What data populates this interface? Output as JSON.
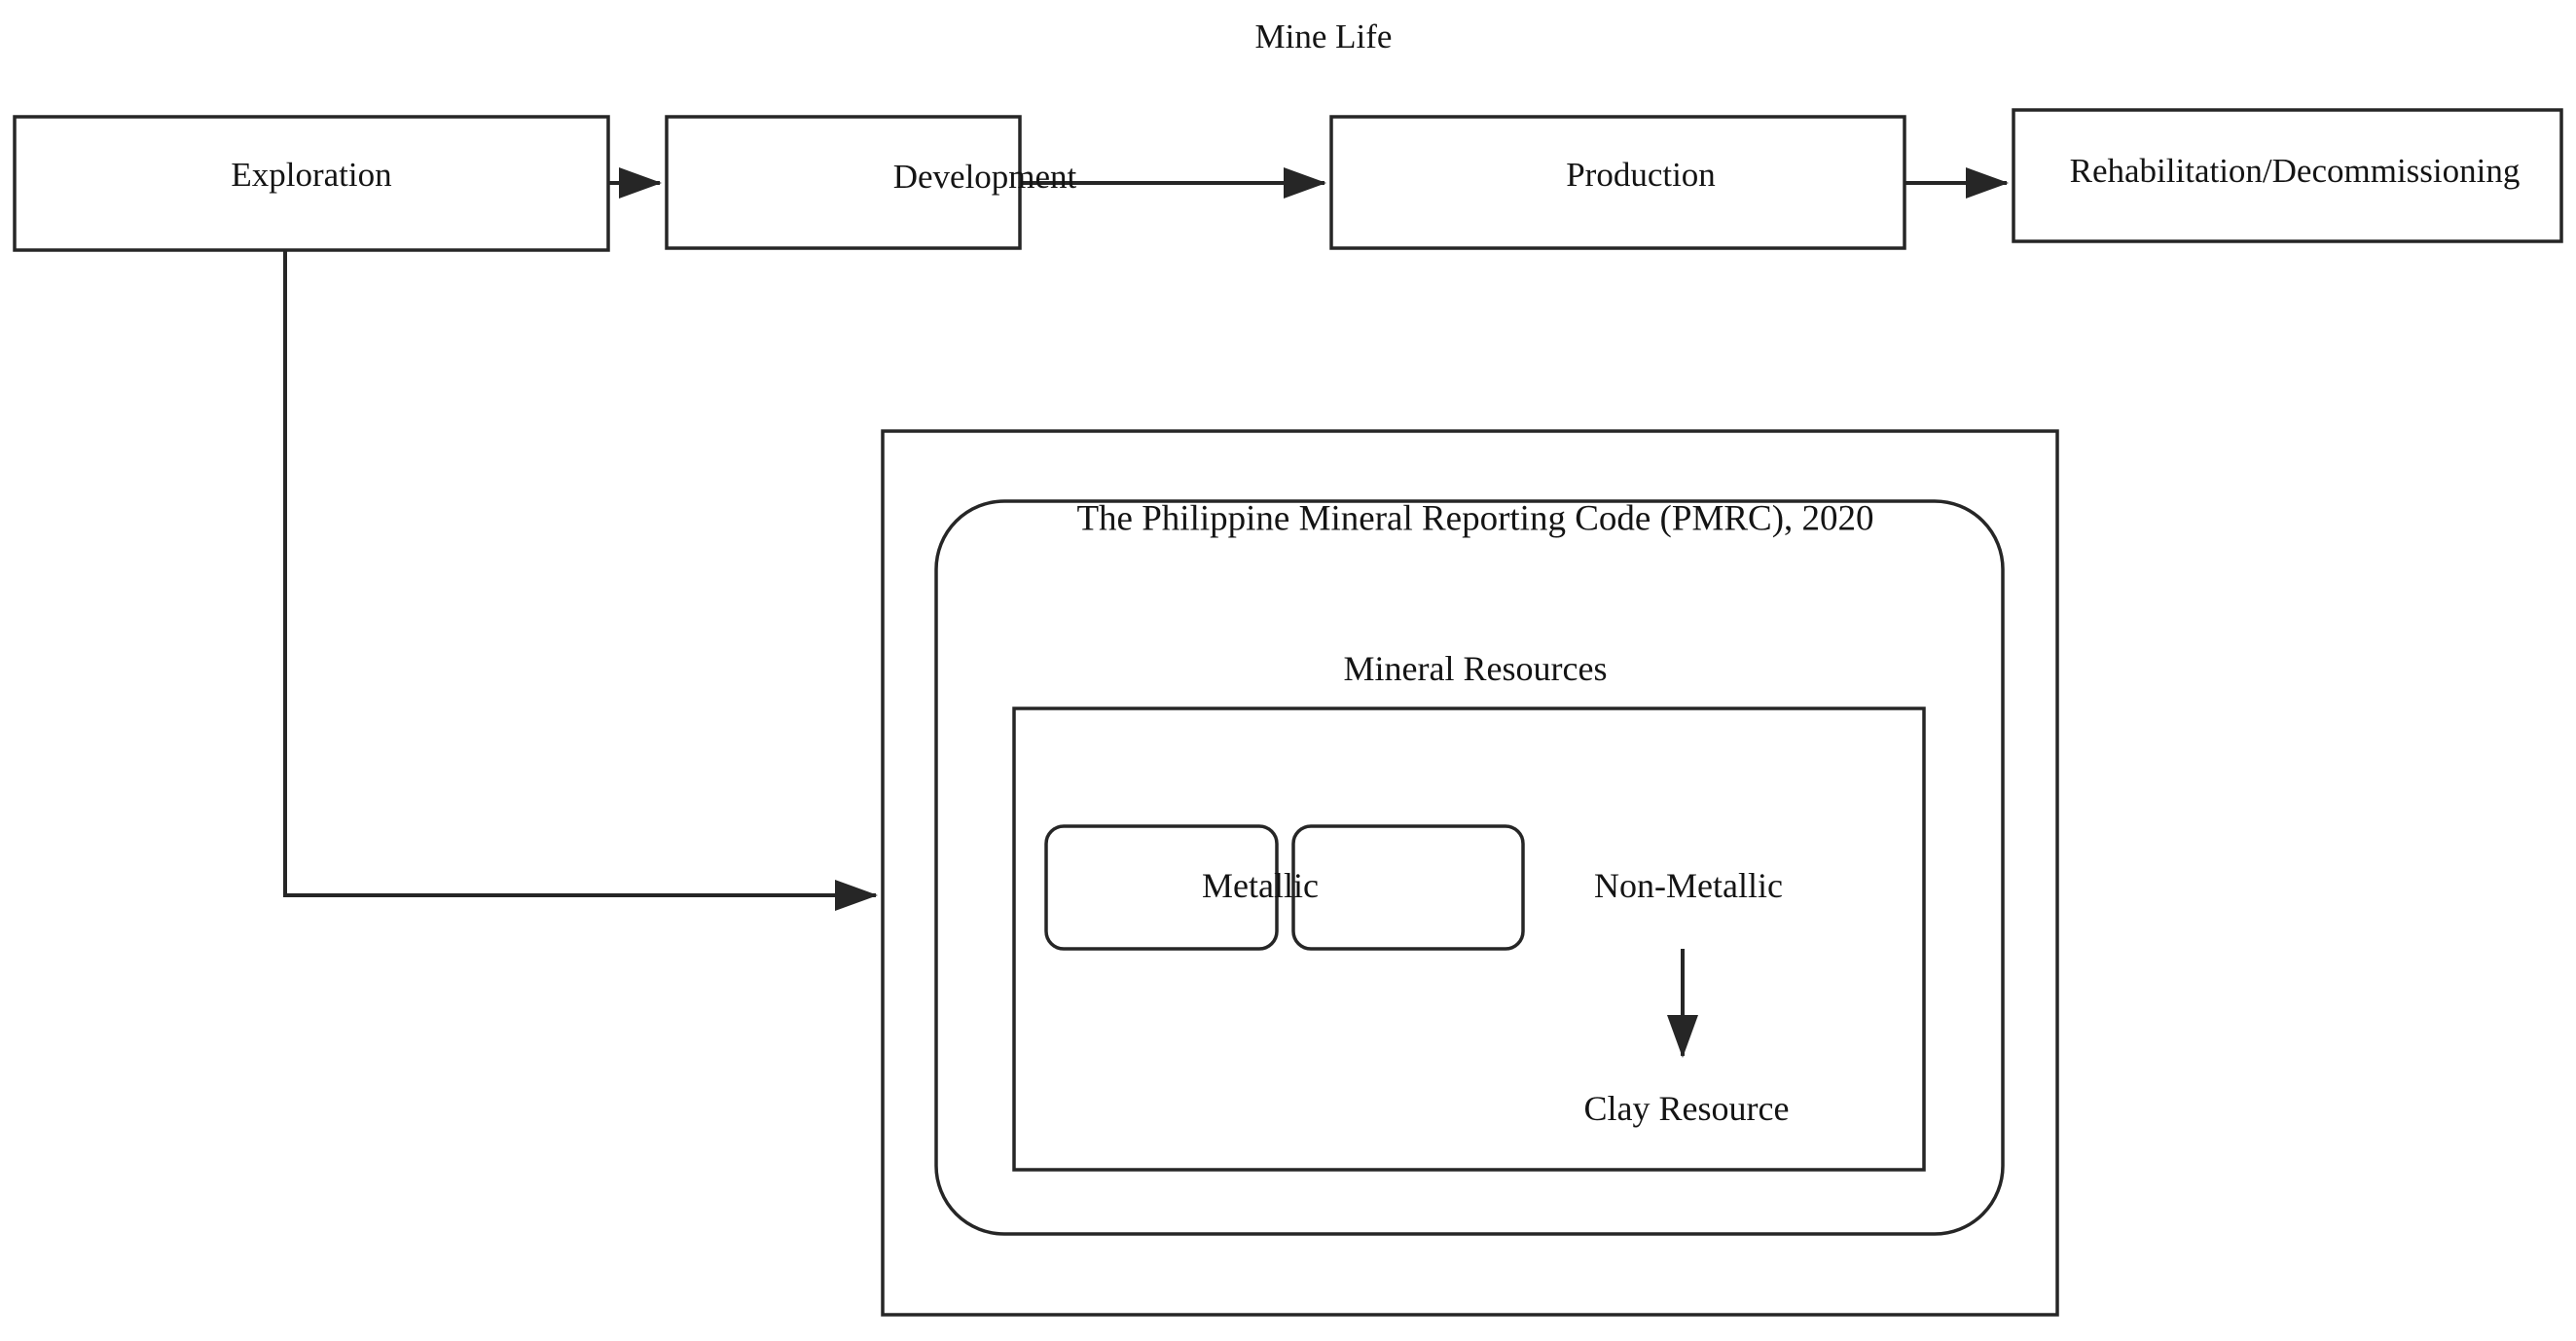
{
  "figure": {
    "title": "Mine Life"
  },
  "mine_life_stages": [
    {
      "label": "Exploration"
    },
    {
      "label": "Development"
    },
    {
      "label": "Production"
    },
    {
      "label": "Rehabilitation/Decommissioning"
    }
  ],
  "container": {
    "label": "The Philippine Mineral Reporting Code (PMRC), 2020",
    "group": {
      "label": "Mineral Resources",
      "categories": [
        {
          "label": "Metallic"
        },
        {
          "label": "Non-Metallic"
        }
      ],
      "leaf": {
        "label": "Clay Resource"
      }
    }
  },
  "colors": {
    "stroke": "#262626",
    "background": "#ffffff",
    "text": "#141414"
  }
}
